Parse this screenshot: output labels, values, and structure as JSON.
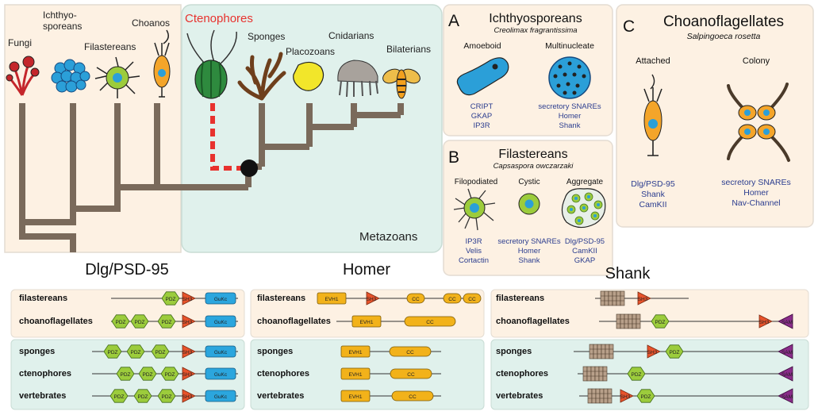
{
  "tree": {
    "taxa": [
      "Fungi",
      "Ichthyo-",
      "sporeans",
      "Filastereans",
      "Choanos",
      "Ctenophores",
      "Sponges",
      "Placozoans",
      "Cnidarians",
      "Bilaterians"
    ],
    "metazoa_label": "Metazoans"
  },
  "panel_a": {
    "letter": "A",
    "title": "Ichthyosporeans",
    "species": "Creolimax fragrantissima",
    "stages": [
      {
        "name": "Amoeboid",
        "proteins": [
          "CRIPT",
          "GKAP",
          "IP3R"
        ]
      },
      {
        "name": "Multinucleate",
        "proteins": [
          "secretory SNAREs",
          "Homer",
          "Shank"
        ]
      }
    ]
  },
  "panel_b": {
    "letter": "B",
    "title": "Filastereans",
    "species": "Capsaspora owczarzaki",
    "stages": [
      {
        "name": "Filopodiated",
        "proteins": [
          "IP3R",
          "Velis",
          "Cortactin"
        ]
      },
      {
        "name": "Cystic",
        "proteins": [
          "secretory SNAREs",
          "Homer",
          "Shank"
        ]
      },
      {
        "name": "Aggregate",
        "proteins": [
          "Dlg/PSD-95",
          "CamKII",
          "GKAP"
        ]
      }
    ]
  },
  "panel_c": {
    "letter": "C",
    "title": "Choanoflagellates",
    "species": "Salpingoeca rosetta",
    "stages": [
      {
        "name": "Attached",
        "proteins": [
          "Dlg/PSD-95",
          "Shank",
          "CamKII"
        ]
      },
      {
        "name": "Colony",
        "proteins": [
          "secretory SNAREs",
          "Homer",
          "Nav-Channel"
        ]
      }
    ]
  },
  "domain_panels": [
    {
      "title": "Dlg/PSD-95",
      "rows": [
        {
          "organism": "filastereans",
          "elements": [
            "PDZ",
            "SH3",
            "GuKc"
          ]
        },
        {
          "organism": "choanoflagellates",
          "elements": [
            "PDZ",
            "PDZ",
            "PDZ",
            "SH3",
            "GuKc"
          ]
        },
        {
          "organism": "sponges",
          "elements": [
            "PDZ",
            "PDZ",
            "PDZ",
            "SH3",
            "GuKc"
          ]
        },
        {
          "organism": "ctenophores",
          "elements": [
            "PDZ",
            "PDZ",
            "PDZ",
            "SH3",
            "GuKc"
          ]
        },
        {
          "organism": "vertebrates",
          "elements": [
            "PDZ",
            "PDZ",
            "PDZ",
            "SH3",
            "GuKc"
          ]
        }
      ]
    },
    {
      "title": "Homer",
      "rows": [
        {
          "organism": "filastereans",
          "elements": [
            "EVH1",
            "SH3",
            "CC",
            "CC",
            "CC"
          ]
        },
        {
          "organism": "choanoflagellates",
          "elements": [
            "EVH1",
            "CC"
          ]
        },
        {
          "organism": "sponges",
          "elements": [
            "EVH1",
            "CC"
          ]
        },
        {
          "organism": "ctenophores",
          "elements": [
            "EVH1",
            "CC"
          ]
        },
        {
          "organism": "vertebrates",
          "elements": [
            "EVH1",
            "CC"
          ]
        }
      ]
    },
    {
      "title": "Shank",
      "rows": [
        {
          "organism": "filastereans",
          "elements": [
            "ANK",
            "SH3"
          ]
        },
        {
          "organism": "choanoflagellates",
          "elements": [
            "ANK",
            "PDZ",
            "SH3",
            "SAM"
          ]
        },
        {
          "organism": "sponges",
          "elements": [
            "ANK",
            "SH3",
            "PDZ",
            "SAM"
          ]
        },
        {
          "organism": "ctenophores",
          "elements": [
            "ANK",
            "PDZ",
            "SAM"
          ]
        },
        {
          "organism": "vertebrates",
          "elements": [
            "ANK",
            "SH3",
            "PDZ",
            "SAM"
          ]
        }
      ]
    }
  ],
  "colors": {
    "cream_bg": "#fdf1e3",
    "green_bg": "#e0f1ec",
    "tree_line": "#7a6a5b",
    "ctenophore_red": "#e8322e",
    "protein_blue": "#2b3d8f",
    "pdz_green": "#9ccc3c",
    "sh3_red": "#e8532b",
    "gukc_blue": "#2ba6de",
    "evh1_orange": "#f2b21a",
    "sam_purple": "#8a2c8a",
    "ank_tan": "#b8a08a",
    "cell_orange": "#f4a52a",
    "cell_blue": "#2b9fd8"
  }
}
